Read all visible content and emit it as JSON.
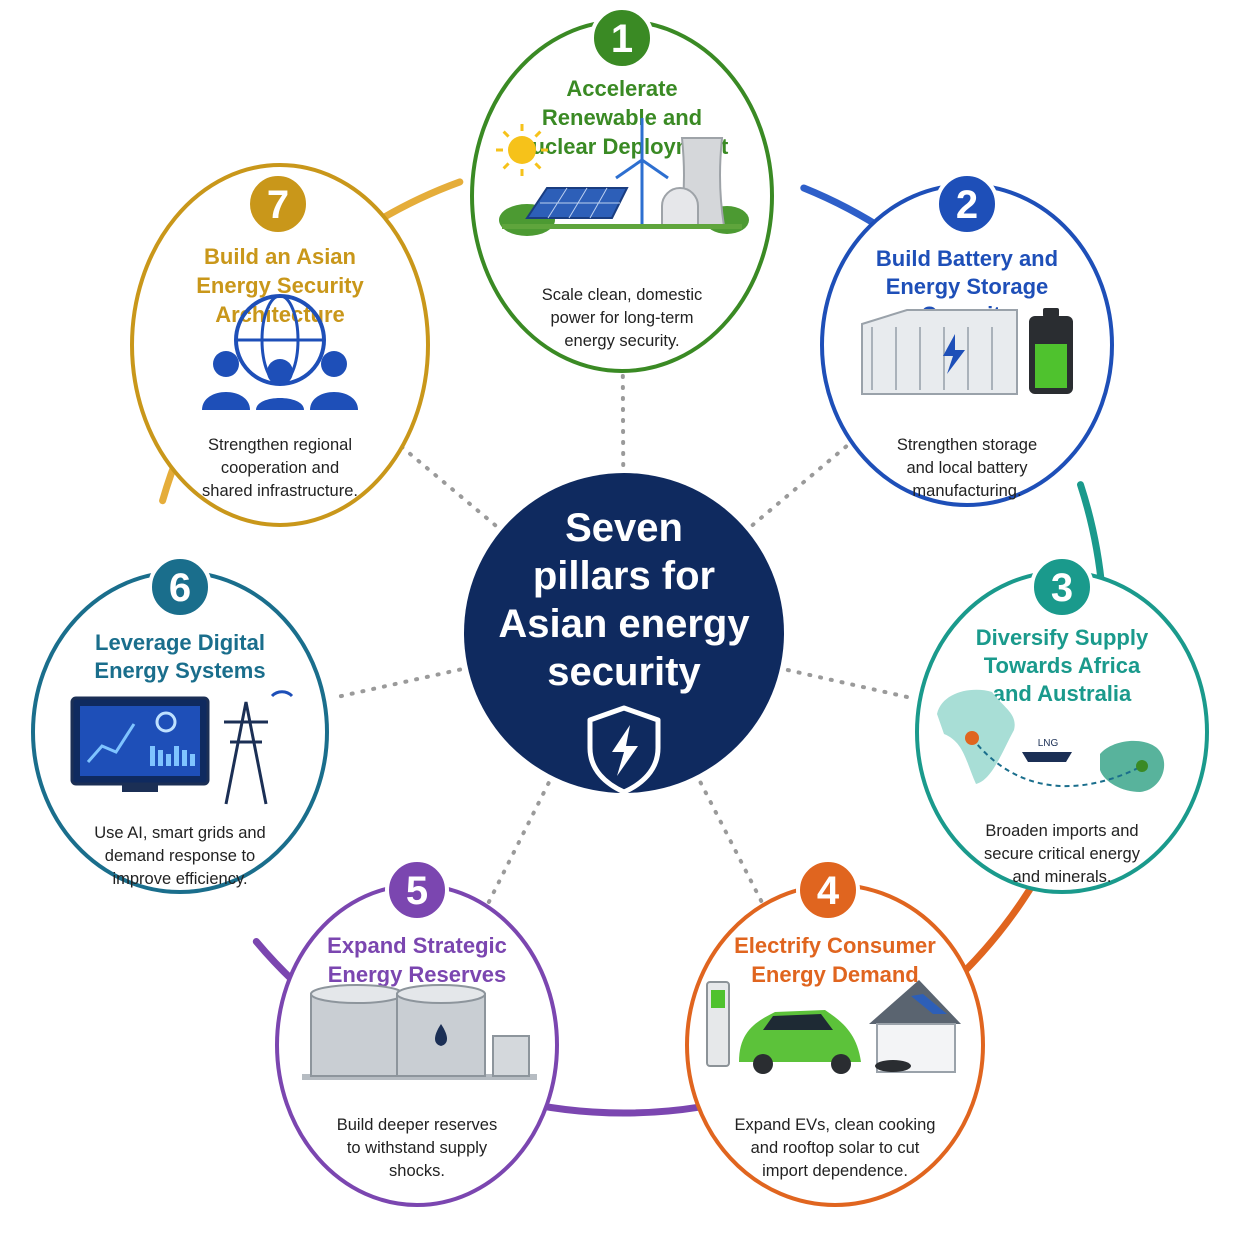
{
  "center": {
    "title_lines": [
      "Seven",
      "pillars for",
      "Asian energy",
      "security"
    ],
    "icon": "shield-lightning-icon",
    "color": "#0f2a5f"
  },
  "pillars": [
    {
      "number": "1",
      "color": "#3a8a24",
      "title_lines": [
        "Accelerate",
        "Renewable and",
        "Nuclear Deployment"
      ],
      "desc_lines": [
        "Scale clean, domestic",
        "power for long-term",
        "energy security."
      ],
      "icon": "solar-wind-nuclear-icon"
    },
    {
      "number": "2",
      "color": "#1e4fb8",
      "title_lines": [
        "Build Battery and",
        "Energy Storage",
        "Capacity"
      ],
      "desc_lines": [
        "Strengthen storage",
        "and local battery",
        "manufacturing."
      ],
      "icon": "battery-storage-icon"
    },
    {
      "number": "3",
      "color": "#1a9a8c",
      "title_lines": [
        "Diversify Supply",
        "Towards Africa",
        "and Australia"
      ],
      "desc_lines": [
        "Broaden imports and",
        "secure critical energy",
        "and minerals."
      ],
      "icon": "africa-australia-lng-map-icon",
      "icon_label": "LNG"
    },
    {
      "number": "4",
      "color": "#e0651f",
      "title_lines": [
        "Electrify Consumer",
        "Energy Demand"
      ],
      "desc_lines": [
        "Expand EVs, clean cooking",
        "and rooftop solar to cut",
        "import dependence."
      ],
      "icon": "ev-charger-car-house-icon"
    },
    {
      "number": "5",
      "color": "#7b46b0",
      "title_lines": [
        "Expand Strategic",
        "Energy Reserves"
      ],
      "desc_lines": [
        "Build deeper reserves",
        "to withstand supply",
        "shocks."
      ],
      "icon": "oil-storage-tanks-icon"
    },
    {
      "number": "6",
      "color": "#1a6e8c",
      "title_lines": [
        "Leverage Digital",
        "Energy Systems"
      ],
      "desc_lines": [
        "Use AI, smart grids and",
        "demand response to",
        "improve efficiency."
      ],
      "icon": "dashboard-pylon-icon"
    },
    {
      "number": "7",
      "color": "#c9971a",
      "title_lines": [
        "Build an Asian",
        "Energy Security",
        "Architecture"
      ],
      "desc_lines": [
        "Strengthen regional",
        "cooperation and",
        "shared infrastructure."
      ],
      "icon": "globe-people-icon"
    }
  ],
  "ring_colors": [
    "#2e5fc9",
    "#1a9a8c",
    "#e0651f",
    "#7b46b0",
    "#7b46b0",
    "#d8a63a",
    "#e5ad3a"
  ]
}
